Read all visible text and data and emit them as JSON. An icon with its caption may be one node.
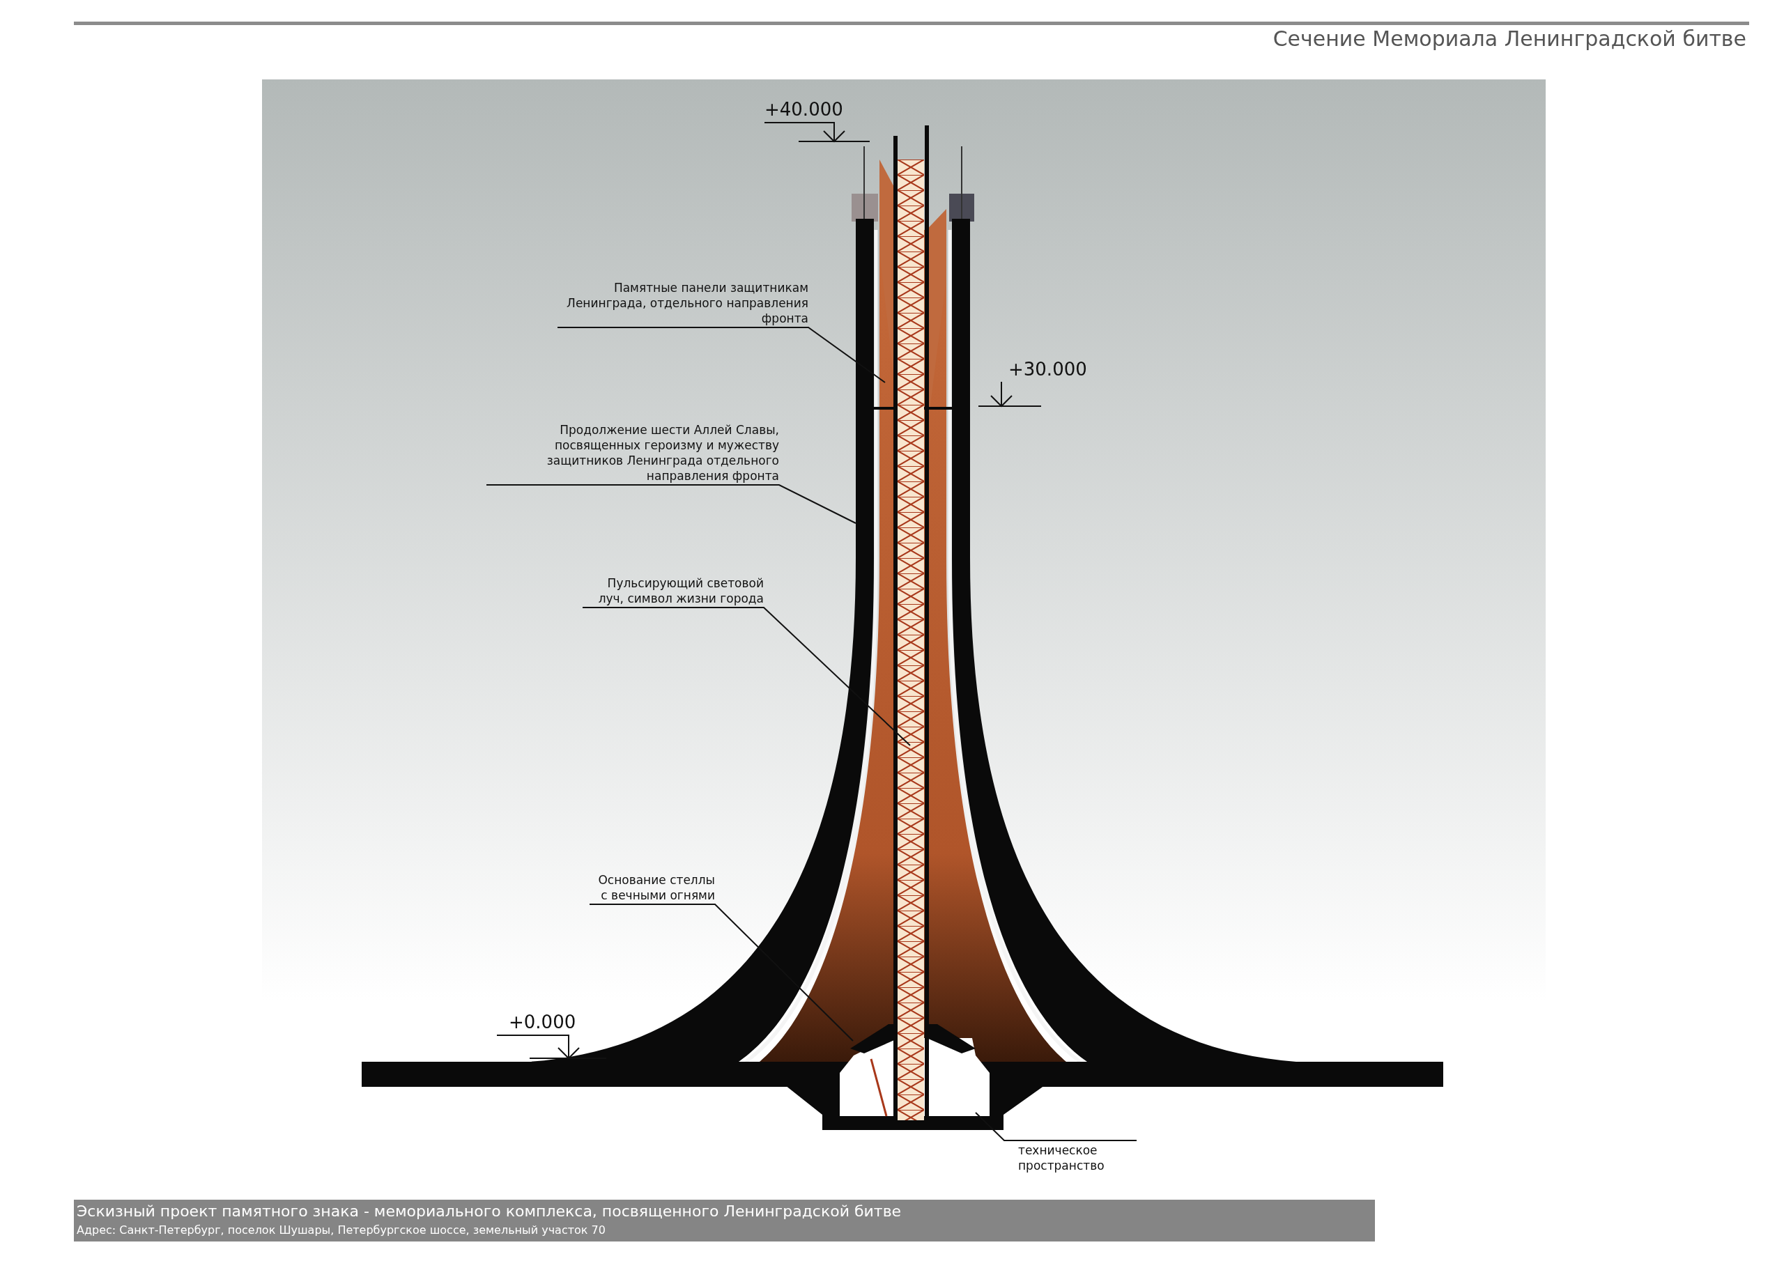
{
  "diagram": {
    "title": "Сечение Мемориала Ленинградской битве",
    "caption": "Эскизный проект памятного знака - мемориального комплекса, посвященного Ленинградской битве",
    "nodes": [
      {
        "text": [
          "Памятные панели защитникам Ленинграда, отдельного направления фронта"
        ]
      },
      {
        "text": [
          "Продолжение шести Аллей Славы, посвященных героизму и мужеству защитников Ленинграда отдельного направления фронта"
        ]
      },
      {
        "text": [
          "Пульсирующий световой луч, символ жизни города"
        ]
      },
      {
        "text": [
          "Основание стеллы с вечными огнями"
        ]
      },
      {
        "text": [
          "техническое пространство"
        ]
      }
    ],
    "edges": [
      {
        "from": 0,
        "to": null,
        "arrow": "none"
      },
      {
        "from": 1,
        "to": null,
        "arrow": "none"
      },
      {
        "from": 2,
        "to": null,
        "arrow": "none"
      },
      {
        "from": 3,
        "to": null,
        "arrow": "none"
      },
      {
        "from": 4,
        "to": null,
        "arrow": "none"
      }
    ],
    "labels": [
      "+40.000",
      "+30.000",
      "+0.000",
      "Адрес: Санкт-Петербург, поселок Шушары, Петербургское шоссе, земельный участок 70"
    ]
  }
}
